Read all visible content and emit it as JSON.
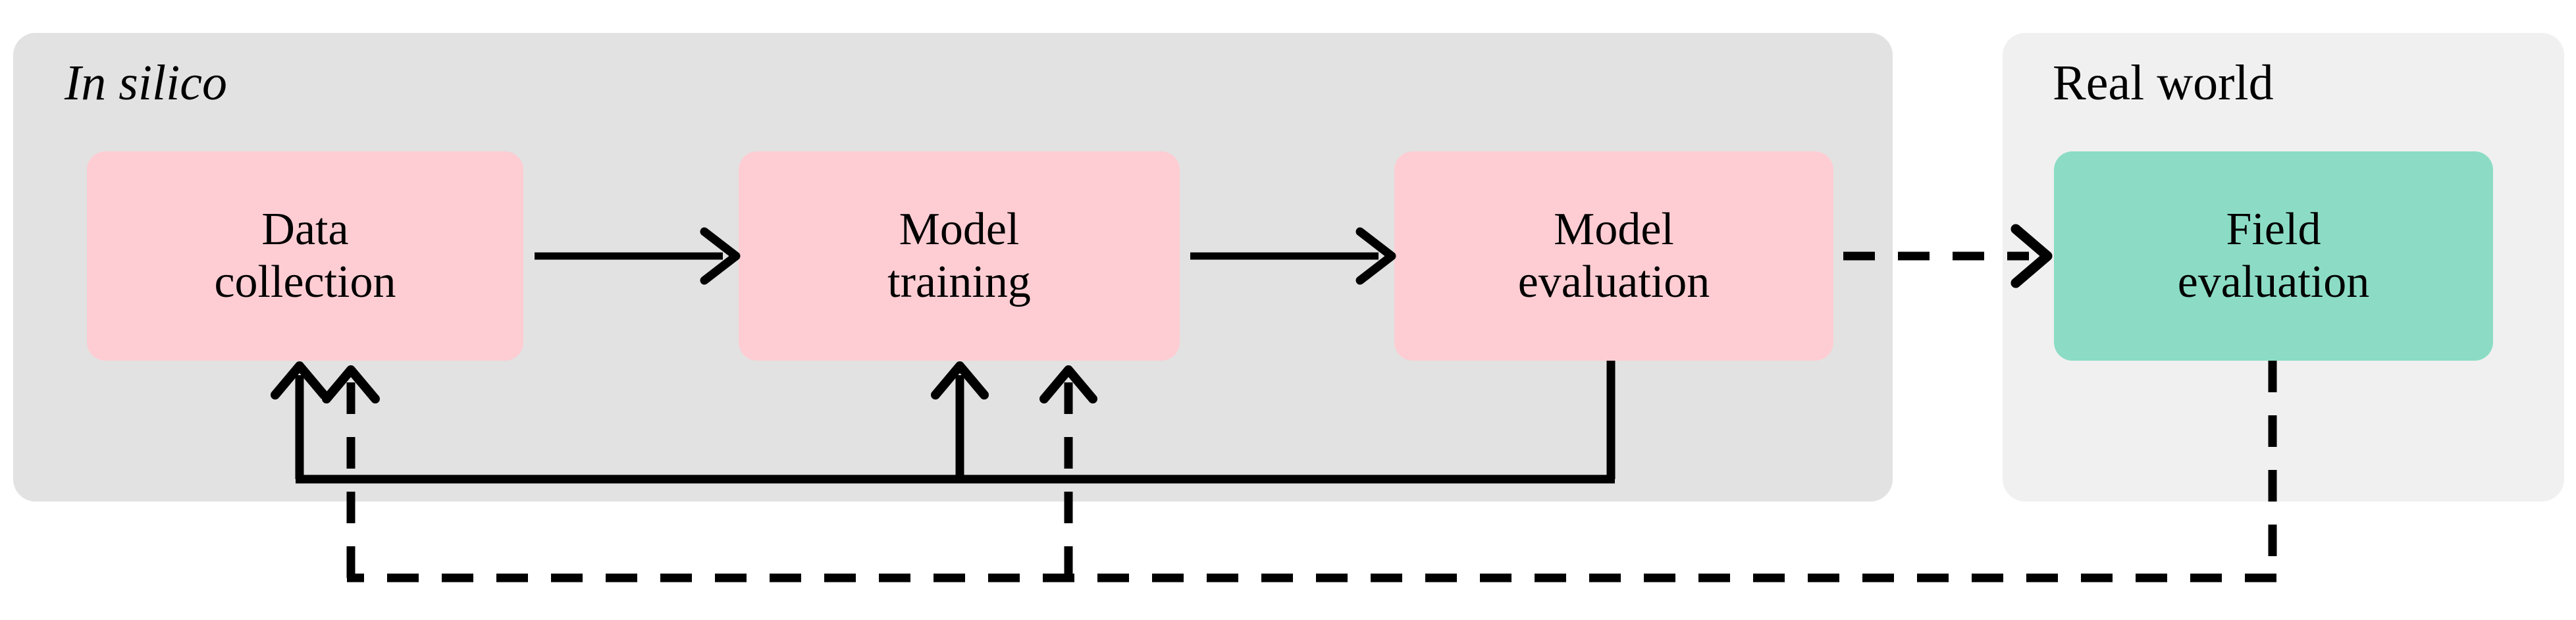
{
  "diagram": {
    "title_insilico": "In silico",
    "title_realworld": "Real world",
    "panels": [
      {
        "id": "in-silico",
        "label": "In silico",
        "style": "italic",
        "fill": "#e2e2e2"
      },
      {
        "id": "real-world",
        "label": "Real world",
        "style": "normal",
        "fill": "#f0f0f0"
      }
    ],
    "nodes": [
      {
        "id": "data-collection",
        "line1": "Data",
        "line2": "collection",
        "fill": "#fecdd3",
        "panel": "in-silico"
      },
      {
        "id": "model-training",
        "line1": "Model",
        "line2": "training",
        "fill": "#fecdd3",
        "panel": "in-silico"
      },
      {
        "id": "model-evaluation",
        "line1": "Model",
        "line2": "evaluation",
        "fill": "#fecdd3",
        "panel": "in-silico"
      },
      {
        "id": "field-evaluation",
        "line1": "Field",
        "line2": "evaluation",
        "fill": "#8cdcc5",
        "panel": "real-world"
      }
    ],
    "edges": [
      {
        "id": "data-to-training",
        "from": "data-collection",
        "to": "model-training",
        "style": "solid",
        "direction": "forward"
      },
      {
        "id": "training-to-evaluation",
        "from": "model-training",
        "to": "model-evaluation",
        "style": "solid",
        "direction": "forward"
      },
      {
        "id": "evaluation-to-field",
        "from": "model-evaluation",
        "to": "field-evaluation",
        "style": "dashed",
        "direction": "forward"
      },
      {
        "id": "evaluation-back-to-data",
        "from": "model-evaluation",
        "to": "data-collection",
        "style": "solid",
        "direction": "feedback"
      },
      {
        "id": "evaluation-back-to-training",
        "from": "model-evaluation",
        "to": "model-training",
        "style": "solid",
        "direction": "feedback"
      },
      {
        "id": "field-back-to-data",
        "from": "field-evaluation",
        "to": "data-collection",
        "style": "dashed",
        "direction": "feedback"
      },
      {
        "id": "field-back-to-training",
        "from": "field-evaluation",
        "to": "model-training",
        "style": "dashed",
        "direction": "feedback"
      }
    ],
    "colors": {
      "node_pink": "#fecdd3",
      "node_green": "#8cdcc5",
      "panel_insilico": "#e2e2e2",
      "panel_realworld": "#f0f0f0",
      "edge": "#000000",
      "background": "#ffffff"
    }
  }
}
